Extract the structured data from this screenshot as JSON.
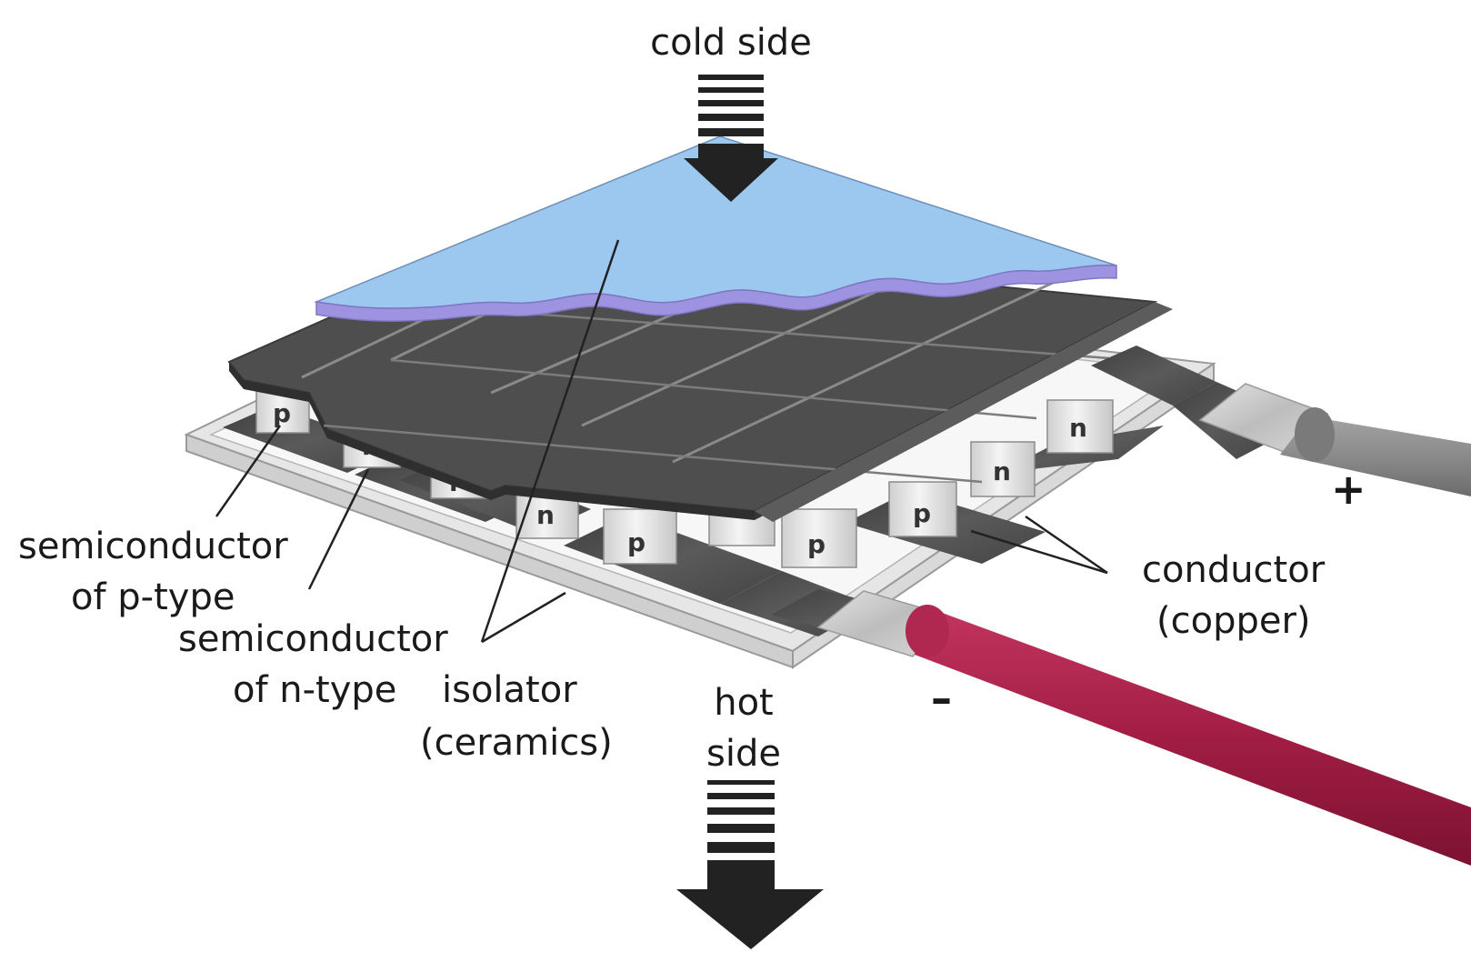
{
  "labels": {
    "cold_side": "cold side",
    "hot_side_line1": "hot",
    "hot_side_line2": "side",
    "semiconductor_p_line1": "semiconductor",
    "semiconductor_p_line2": "of p-type",
    "semiconductor_n_line1": "semiconductor",
    "semiconductor_n_line2": "of n-type",
    "isolator_line1": "isolator",
    "isolator_line2": "(ceramics)",
    "conductor_line1": "conductor",
    "conductor_line2": "(copper)",
    "plus": "+",
    "minus": "–"
  },
  "pellets": {
    "p": "p",
    "n": "n"
  },
  "colors": {
    "cold_plate": "#9cc8ef",
    "cold_plate_edge": "#9d93e0",
    "copper_tab": "#4d4d4d",
    "ceramic_base": "#f1f1f1",
    "wire_positive": "#8a8a8a",
    "wire_negative": "#a51e45",
    "arrow": "#222222"
  }
}
